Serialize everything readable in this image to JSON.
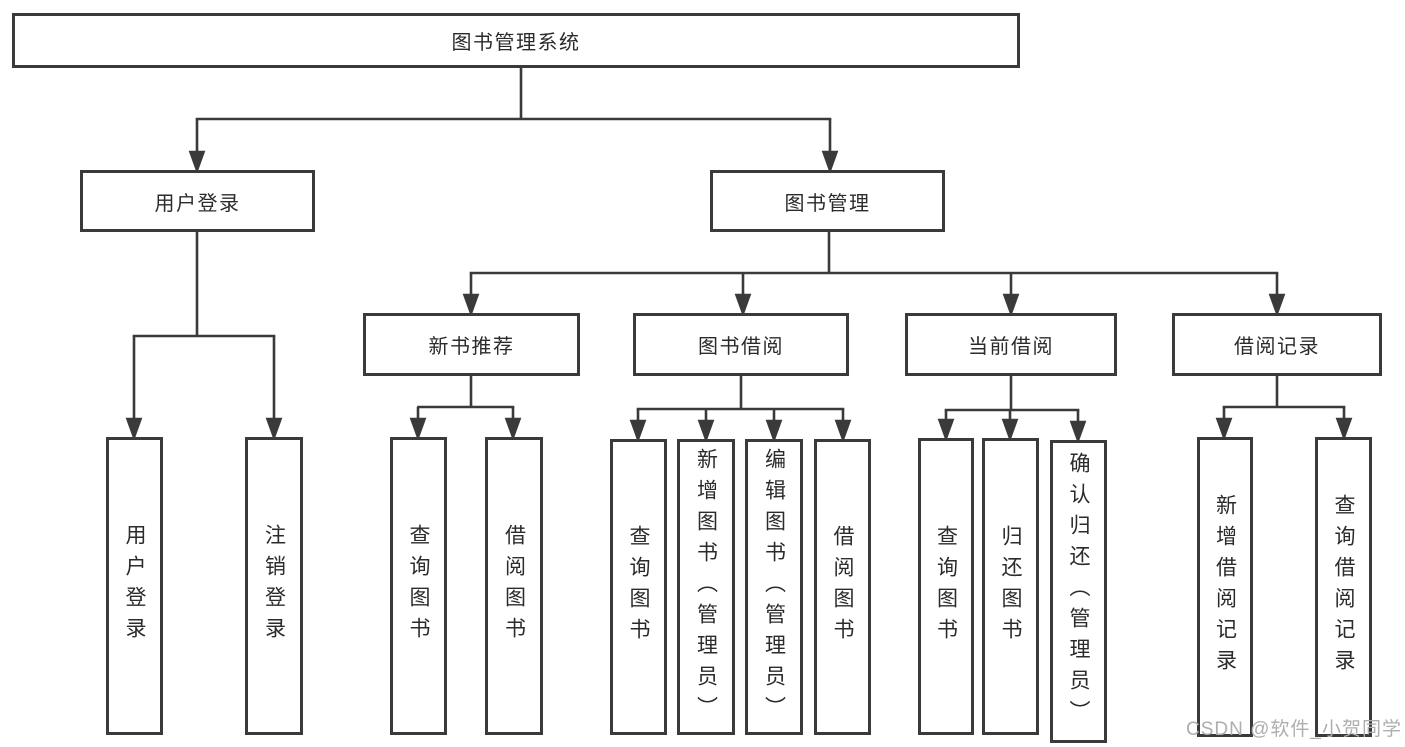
{
  "diagram": {
    "nodes": {
      "root": "图书管理系统",
      "user_login": "用户登录",
      "book_mgmt": "图书管理",
      "new_book": "新书推荐",
      "book_borrow": "图书借阅",
      "current_borrow": "当前借阅",
      "borrow_record": "借阅记录",
      "leaf_user_login": "用户登录",
      "leaf_logout": "注销登录",
      "leaf_nb_query": "查询图书",
      "leaf_nb_borrow": "借阅图书",
      "leaf_bb_query": "查询图书",
      "leaf_bb_add": "新增图书（管理员）",
      "leaf_bb_edit": "编辑图书（管理员）",
      "leaf_bb_borrow": "借阅图书",
      "leaf_cb_query": "查询图书",
      "leaf_cb_return": "归还图书",
      "leaf_cb_confirm": "确认归还（管理员）",
      "leaf_br_add": "新增借阅记录",
      "leaf_br_query": "查询借阅记录"
    }
  },
  "watermark": "CSDN @软件_小贺同学",
  "colors": {
    "line": "#3a3a3a",
    "text": "#2b2b2b",
    "watermark": "#aeaeae",
    "background": "#ffffff"
  }
}
